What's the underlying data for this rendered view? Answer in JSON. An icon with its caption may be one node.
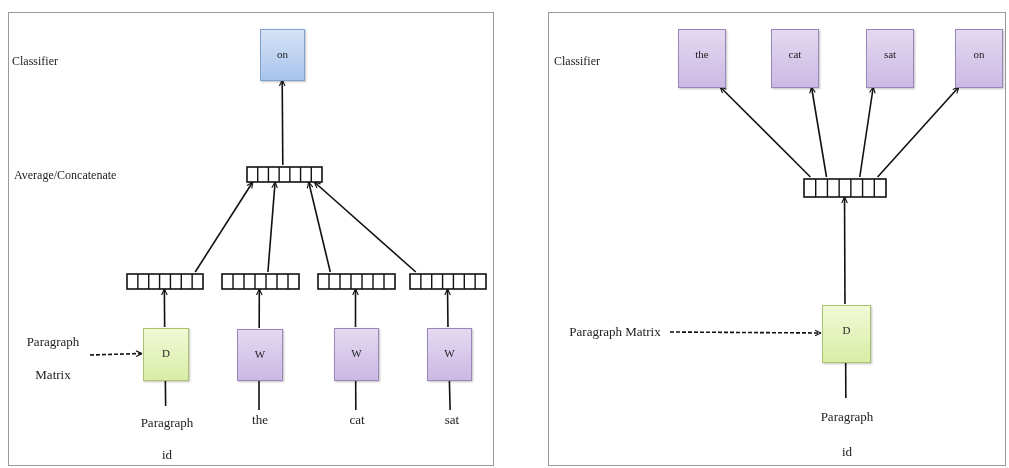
{
  "diagram": {
    "nodes": [
      {
        "text": [],
        "shape": "box"
      },
      {
        "text": [
          "on"
        ],
        "in": 0
      },
      {
        "text": [],
        "shape": "bar",
        "in": 0
      },
      {
        "text": [],
        "shape": "bar",
        "in": 0
      },
      {
        "text": [],
        "shape": "bar",
        "in": 0
      },
      {
        "text": [],
        "shape": "bar",
        "in": 0
      },
      {
        "text": [],
        "shape": "bar",
        "in": 0
      },
      {
        "text": [
          "D"
        ],
        "in": 0
      },
      {
        "text": [
          "W"
        ],
        "in": 0
      },
      {
        "text": [
          "W"
        ],
        "in": 0
      },
      {
        "text": [
          "W"
        ],
        "in": 0
      },
      {
        "text": [
          "Paragraph id"
        ],
        "in": 0
      },
      {
        "text": [
          "the"
        ],
        "in": 0
      },
      {
        "text": [
          "cat"
        ],
        "in": 0
      },
      {
        "text": [
          "sat"
        ],
        "in": 0
      },
      {
        "text": [
          "Paragraph Matrix"
        ],
        "in": 0
      },
      {
        "text": [],
        "shape": "box"
      },
      {
        "text": [
          "the"
        ],
        "in": 16
      },
      {
        "text": [
          "cat"
        ],
        "in": 16
      },
      {
        "text": [
          "sat"
        ],
        "in": 16
      },
      {
        "text": [
          "on"
        ],
        "in": 16
      },
      {
        "text": [],
        "shape": "bar",
        "in": 16
      },
      {
        "text": [
          "D"
        ],
        "in": 16
      },
      {
        "text": [
          "Paragraph id"
        ],
        "in": 16
      },
      {
        "text": [
          "Paragraph Matrix"
        ],
        "in": 16
      }
    ],
    "edges": [
      {
        "from": 2,
        "to": 1,
        "arrow": "to"
      },
      {
        "from": 3,
        "to": 2,
        "arrow": "to"
      },
      {
        "from": 4,
        "to": 2,
        "arrow": "to"
      },
      {
        "from": 5,
        "to": 2,
        "arrow": "to"
      },
      {
        "from": 6,
        "to": 2,
        "arrow": "to"
      },
      {
        "from": 7,
        "to": 3,
        "arrow": "to"
      },
      {
        "from": 8,
        "to": 4,
        "arrow": "to"
      },
      {
        "from": 9,
        "to": 5,
        "arrow": "to"
      },
      {
        "from": 10,
        "to": 6,
        "arrow": "to"
      },
      {
        "from": 7,
        "to": 11,
        "arrow": "none"
      },
      {
        "from": 8,
        "to": 12,
        "arrow": "none"
      },
      {
        "from": 9,
        "to": 13,
        "arrow": "none"
      },
      {
        "from": 10,
        "to": 14,
        "arrow": "none"
      },
      {
        "from": 15,
        "to": 7,
        "arrow": "to",
        "style": "dashed"
      },
      {
        "from": 21,
        "to": 17,
        "arrow": "to"
      },
      {
        "from": 21,
        "to": 18,
        "arrow": "to"
      },
      {
        "from": 21,
        "to": 19,
        "arrow": "to"
      },
      {
        "from": 21,
        "to": 20,
        "arrow": "to"
      },
      {
        "from": 22,
        "to": 21,
        "arrow": "to"
      },
      {
        "from": 22,
        "to": 23,
        "arrow": "none"
      },
      {
        "from": 24,
        "to": 22,
        "arrow": "to",
        "style": "dashed"
      }
    ],
    "labels": [
      "Classifier",
      "Average/Concatenate",
      "Classifier"
    ]
  }
}
